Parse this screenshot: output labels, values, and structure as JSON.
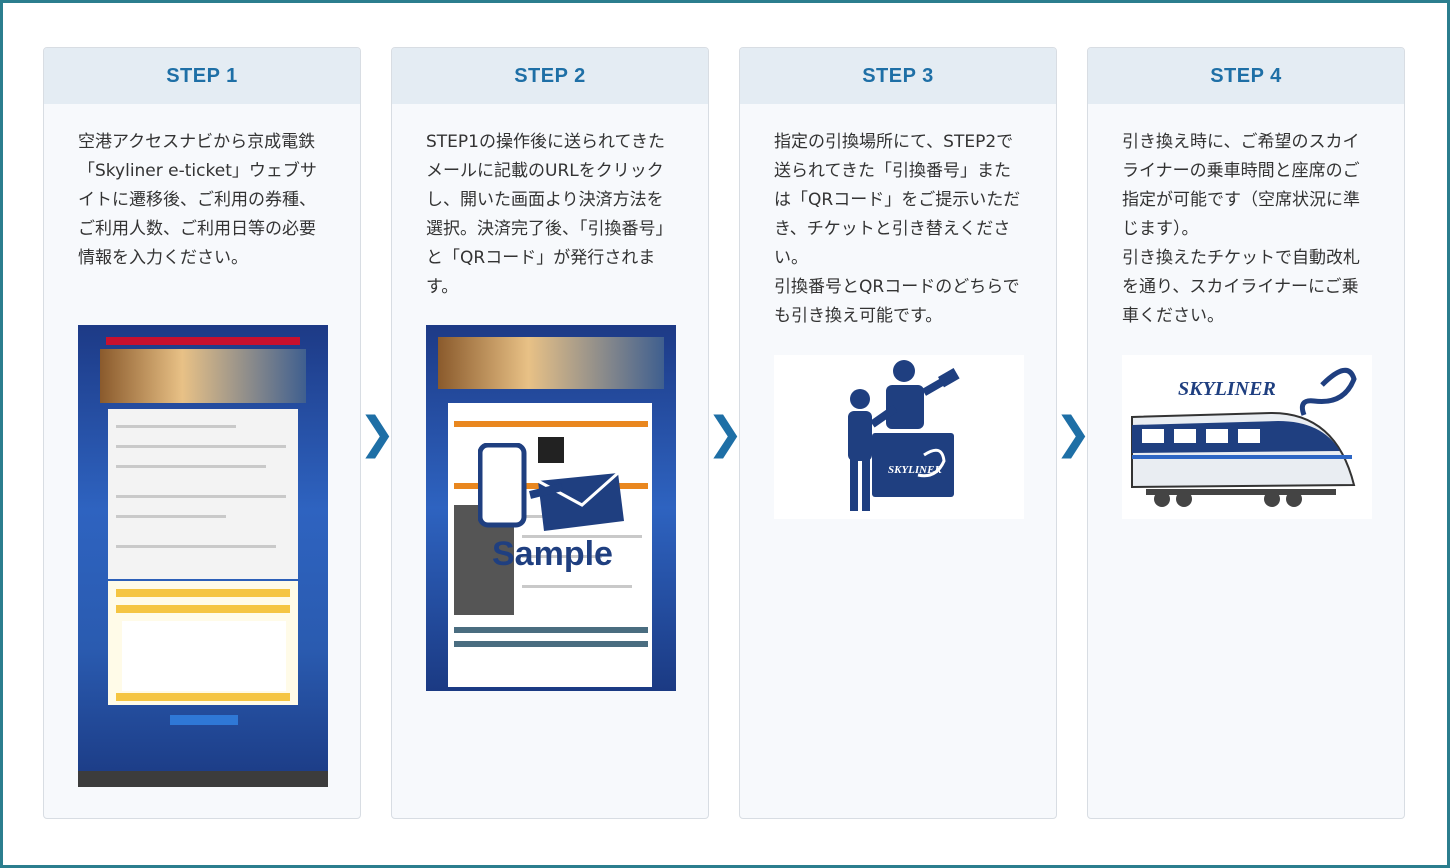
{
  "steps": [
    {
      "title": "STEP 1",
      "text": "空港アクセスナビから京成電鉄「Skyliner e-ticket」ウェブサイトに遷移後、ご利用の券種、ご利用人数、ご利用日等の必要情報を入力ください。",
      "image": "screenshot-booking-form"
    },
    {
      "title": "STEP 2",
      "text": "STEP1の操作後に送られてきたメールに記載のURLをクリックし、開いた画面より決済方法を選択。決済完了後、「引換番号」と「QRコード」が発行されます。",
      "image": "screenshot-email-sample",
      "watermark": "Sample"
    },
    {
      "title": "STEP 3",
      "text": "指定の引換場所にて、STEP2で送られてきた「引換番号」または「QRコード」をご提示いただき、チケットと引き替えください。\n引換番号とQRコードのどちらでも引き換え可能です。",
      "image": "counter-exchange-icon",
      "logo": "SKYLINER"
    },
    {
      "title": "STEP 4",
      "text": "引き換え時に、ご希望のスカイライナーの乗車時間と座席のご指定が可能です（空席状況に準じます）。\n引き換えたチケットで自動改札を通り、スカイライナーにご乗車ください。",
      "image": "skyliner-train",
      "logo": "SKYLINER"
    }
  ],
  "arrow_icon": "chevron-right-icon",
  "colors": {
    "accent": "#1e6fa6",
    "header_bg": "#e4ecf3",
    "frame": "#2b7e8e"
  }
}
